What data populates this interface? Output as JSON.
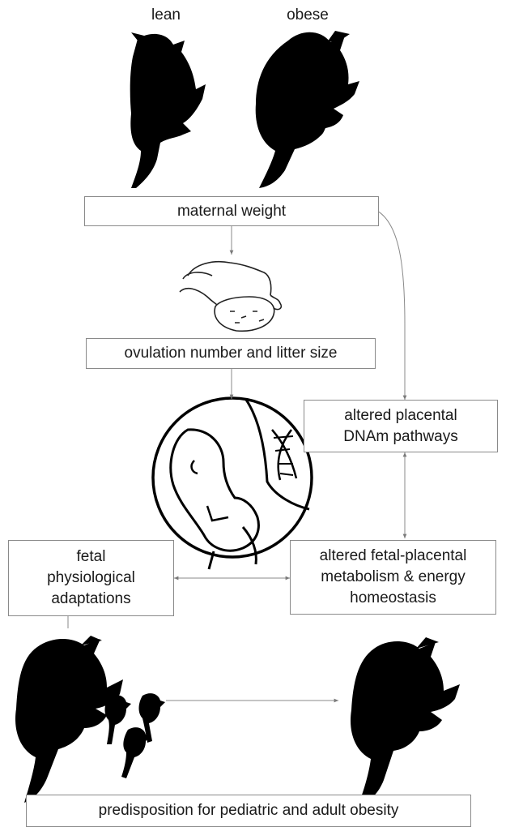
{
  "labels": {
    "lean": "lean",
    "obese": "obese"
  },
  "boxes": {
    "maternal_weight": "maternal weight",
    "ovulation": "ovulation number and litter size",
    "placental_dnam": "altered placental\nDNAm pathways",
    "fetal_adaptations": "fetal\nphysiological\nadaptations",
    "fetal_placental_metabolism": "altered fetal-placental\nmetabolism & energy\nhomeostasis",
    "predisposition": "predisposition for pediatric and adult obesity"
  },
  "colors": {
    "silhouette": "#000000",
    "line": "#8a8a8a",
    "text": "#1a1a1a"
  }
}
